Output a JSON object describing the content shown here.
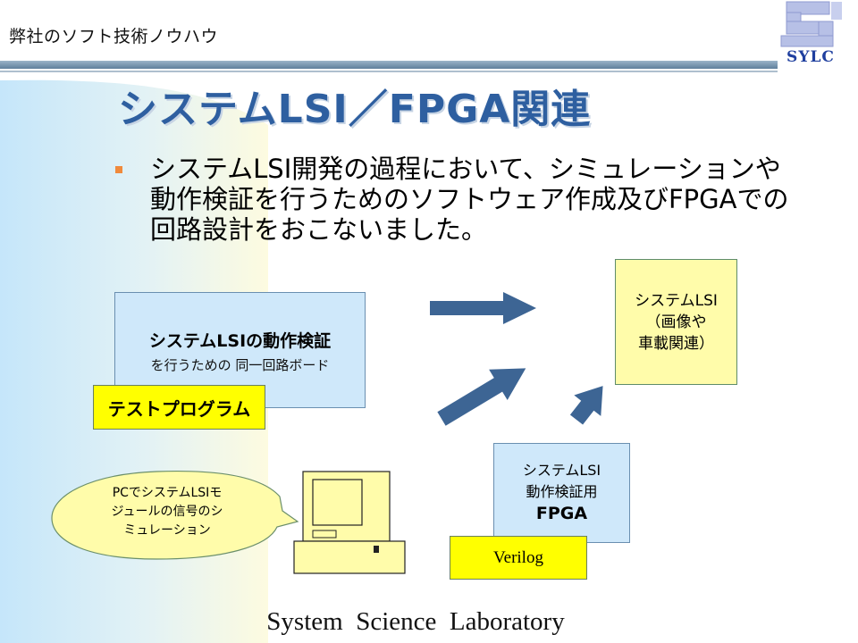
{
  "header": {
    "company_text": "弊社のソフト技術ノウハウ",
    "logo_text": "SYLC"
  },
  "slide": {
    "title": "システムLSI／FPGA関連",
    "bullet": "システムLSI開発の過程において、シミュレーションや動作検証を行うためのソフトウェア作成及びFPGAでの回路設計をおこないました。"
  },
  "diagram": {
    "verification_board": {
      "line1": "システムLSIの動作検証",
      "line2": "を行うための 同一回路ボード",
      "tag": "テストプログラム"
    },
    "system_lsi": {
      "line1": "システムLSI",
      "line2": "（画像や",
      "line3": "車載関連）"
    },
    "fpga_box": {
      "line1": "システムLSI",
      "line2": "動作検証用",
      "line3": "FPGA",
      "tag": "Verilog"
    },
    "pc_bubble": {
      "line1": "PCでシステムLSIモ",
      "line2": "ジュールの信号のシ",
      "line3": "ミュレーション"
    }
  },
  "footer": {
    "lab_name": "System  Science  Laboratory"
  },
  "colors": {
    "title": "#2e5fa0",
    "arrow": "#3d6594",
    "box_blue": "#cfe8fa",
    "box_yellow": "#ffff00",
    "box_yellow_light": "#fffcaa",
    "bullet": "#f08a3c",
    "header_bar": "#7f99b3"
  }
}
